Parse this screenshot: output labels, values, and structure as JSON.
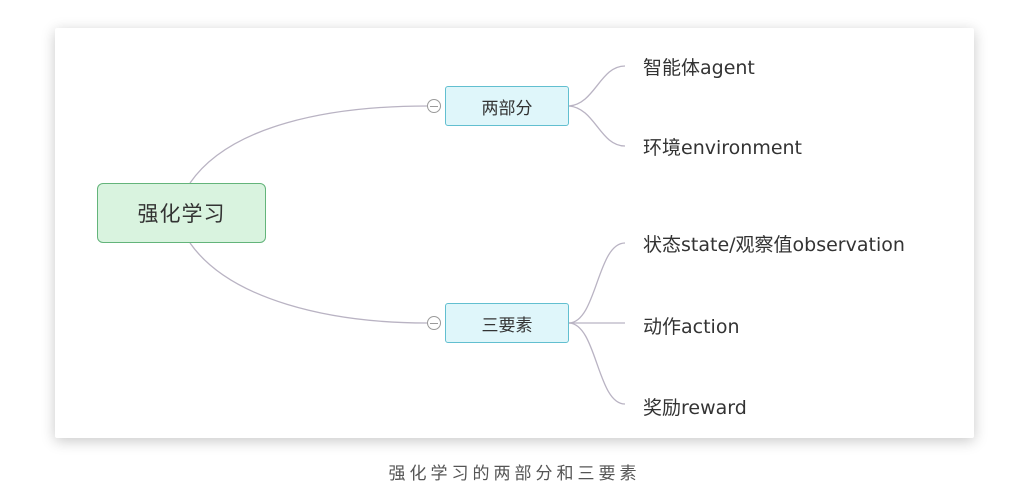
{
  "mindmap": {
    "root": "强化学习",
    "branches": [
      {
        "label": "两部分",
        "children": [
          "智能体agent",
          "环境environment"
        ]
      },
      {
        "label": "三要素",
        "children": [
          "状态state/观察值observation",
          "动作action",
          "奖励reward"
        ]
      }
    ]
  },
  "caption": "强化学习的两部分和三要素",
  "colors": {
    "root_fill": "#d9f3df",
    "root_border": "#63b47a",
    "branch_fill": "#dff6fa",
    "branch_border": "#62bfd0",
    "connector": "#b9b3c3"
  },
  "icons": {
    "collapse": "collapse-minus-icon"
  }
}
